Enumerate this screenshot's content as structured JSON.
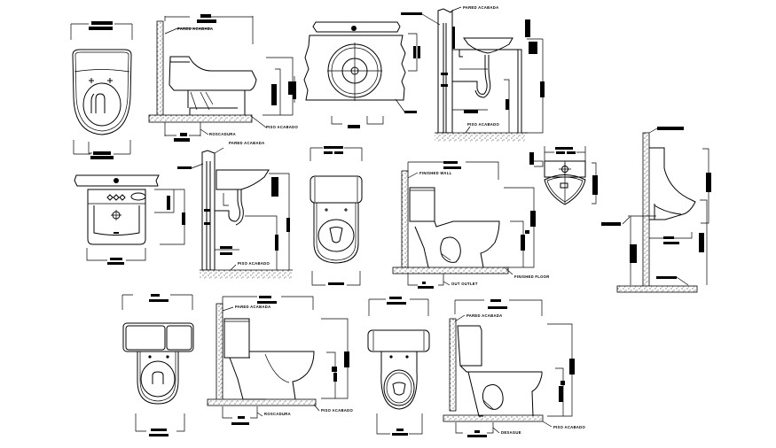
{
  "sheet": {
    "title": "Sanitary fixtures CAD detail sheet",
    "background": "#ffffff",
    "line_color": "#000000"
  },
  "labels": {
    "pared_acabada": "PARED ACABADA",
    "piso_acabado": "PISO ACABADO",
    "rosca": "ROSCADURA",
    "finished_wall": "FINISHED WALL",
    "finished_floor": "FINISHED FLOOR",
    "outlet": "OUT OUTLET",
    "desague": "DESAGUE"
  },
  "views": [
    {
      "id": "toilet-plan-1",
      "kind": "toilet top view"
    },
    {
      "id": "toilet-side-1",
      "kind": "one-piece toilet side elevation"
    },
    {
      "id": "lavatory-plan-round",
      "kind": "round basin plan"
    },
    {
      "id": "lavatory-side-1",
      "kind": "wall-hung lavatory side section with P-trap"
    },
    {
      "id": "lavatory-plan-rect",
      "kind": "rectangular lavatory plan"
    },
    {
      "id": "lavatory-side-2",
      "kind": "lavatory side section with P-trap"
    },
    {
      "id": "toilet-plan-2",
      "kind": "toilet top view"
    },
    {
      "id": "toilet-side-2",
      "kind": "two-piece toilet side elevation"
    },
    {
      "id": "urinal-front",
      "kind": "urinal front view"
    },
    {
      "id": "urinal-side",
      "kind": "urinal side section"
    },
    {
      "id": "toilet-plan-3",
      "kind": "toilet top view with split tank"
    },
    {
      "id": "toilet-side-3",
      "kind": "two-piece toilet side elevation"
    },
    {
      "id": "toilet-plan-4",
      "kind": "toilet top view"
    },
    {
      "id": "toilet-side-4",
      "kind": "two-piece toilet side elevation"
    }
  ]
}
